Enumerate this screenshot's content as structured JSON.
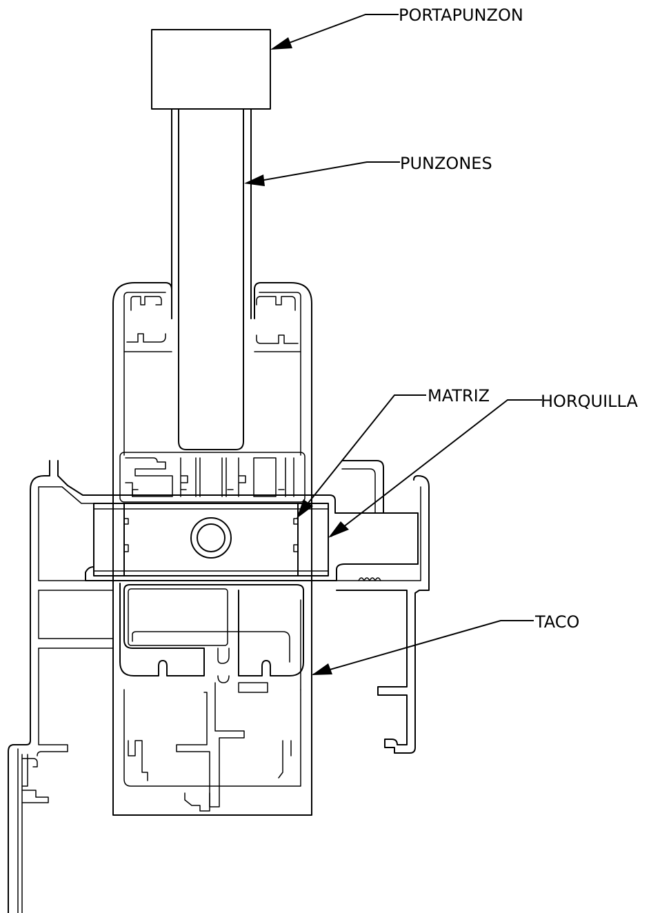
{
  "labels": {
    "portapunzon": "PORTAPUNZON",
    "punzones": "PUNZONES",
    "matriz": "MATRIZ",
    "horquilla": "HORQUILLA",
    "taco": "TACO"
  },
  "colors": {
    "line": "#000000",
    "background": "#ffffff"
  }
}
